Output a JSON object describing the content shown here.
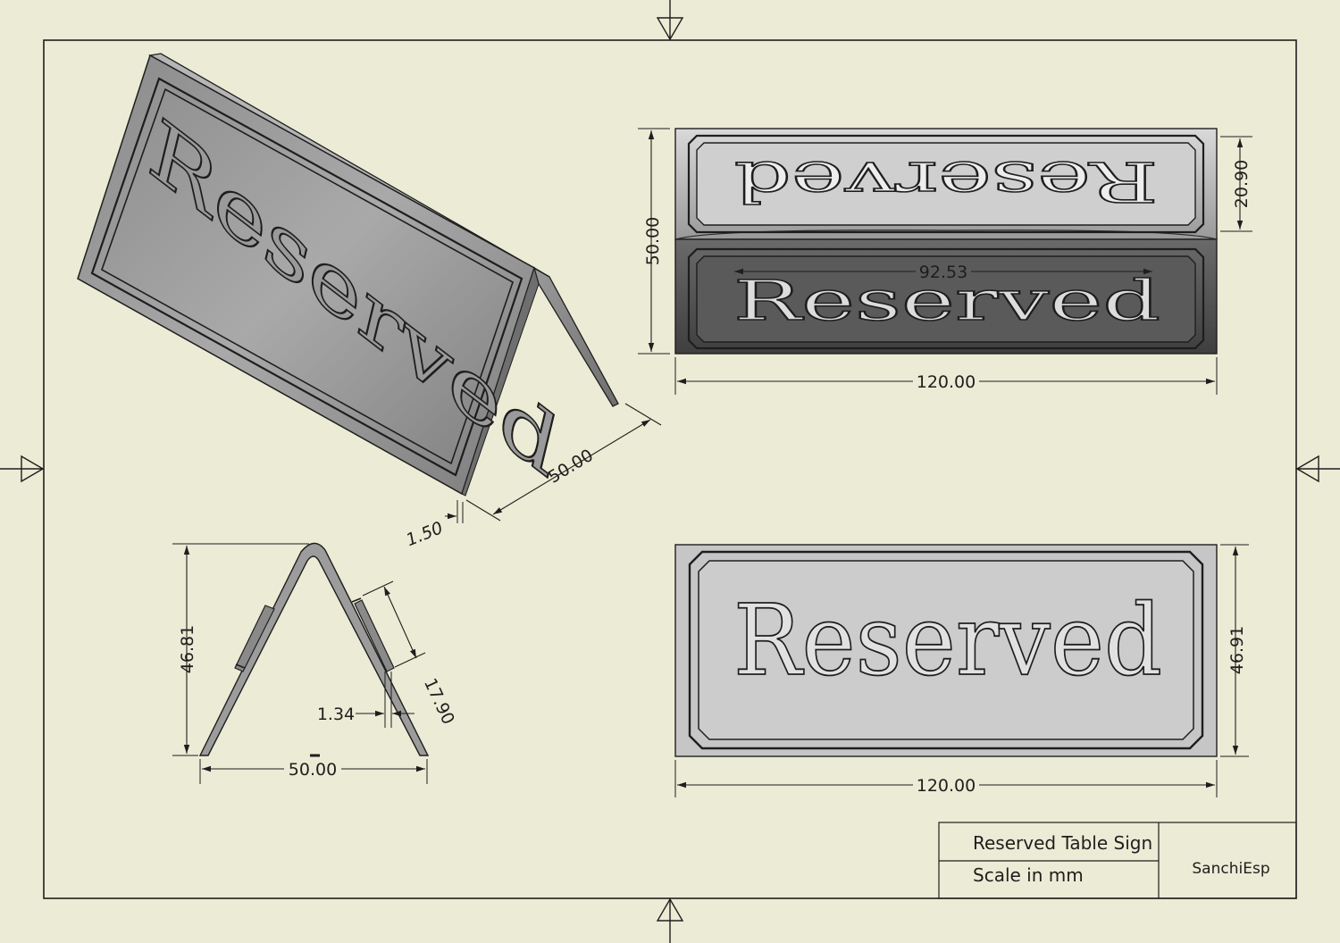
{
  "sign_text": "Reserved",
  "dimensions": {
    "iso_length": "50.00",
    "iso_thickness": "1.50",
    "top_height": "50.00",
    "top_panel": "20.90",
    "top_text_width": "92.53",
    "top_width": "120.00",
    "side_height": "46.81",
    "side_panel": "17.90",
    "side_lip": "1.34",
    "side_base": "50.00",
    "front_height": "46.91",
    "front_width": "120.00"
  },
  "title_block": {
    "title": "Reserved Table Sign",
    "units": "Scale in mm",
    "author": "SanchiEsp"
  },
  "colors": {
    "paper": "#ecebd5",
    "line": "#1e1e1e",
    "part_light": "#c9c9c9",
    "part_dark": "#555555"
  }
}
